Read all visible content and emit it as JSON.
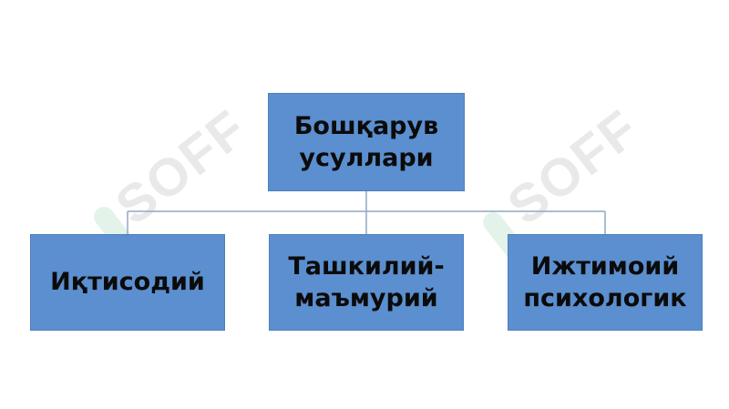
{
  "diagram": {
    "root": {
      "label": "Бошқарув\nусуллари"
    },
    "children": [
      {
        "label": "Иқтисодий"
      },
      {
        "label": "Ташкилий-\nмаъмурий"
      },
      {
        "label": "Ижтимоий\nпсихологик"
      }
    ],
    "colors": {
      "box_fill": "#5b8fcf",
      "box_border": "#4d7fbd",
      "connector": "#8fa9c6",
      "text": "#0b0b0b"
    }
  },
  "watermark": {
    "text_left": "SOFF",
    "text_right": "SOFF"
  }
}
